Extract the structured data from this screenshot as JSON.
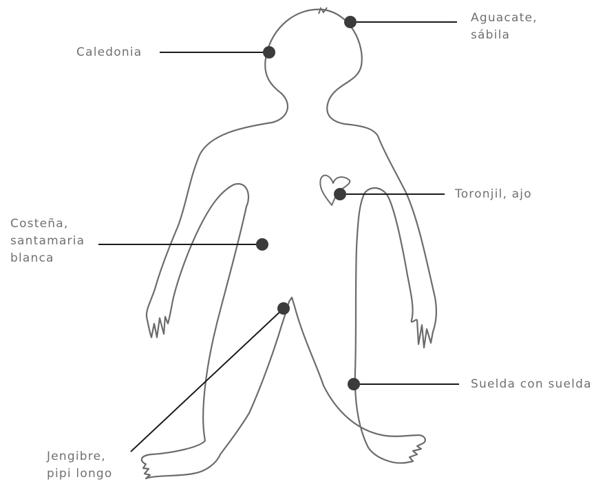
{
  "colors": {
    "outline": "#6b6b6b",
    "leader": "#1a1a1a",
    "marker": "#3b3b3b",
    "text": "#707070"
  },
  "labels": {
    "caledonia": "Caledonia",
    "aguacate": "Aguacate,\nsábila",
    "toronjil": "Toronjil, ajo",
    "costena": "Costeña,\nsantamaria\nblanca",
    "suelda": "Suelda con suelda",
    "jengibre": "Jengibre,\npipi longo"
  }
}
